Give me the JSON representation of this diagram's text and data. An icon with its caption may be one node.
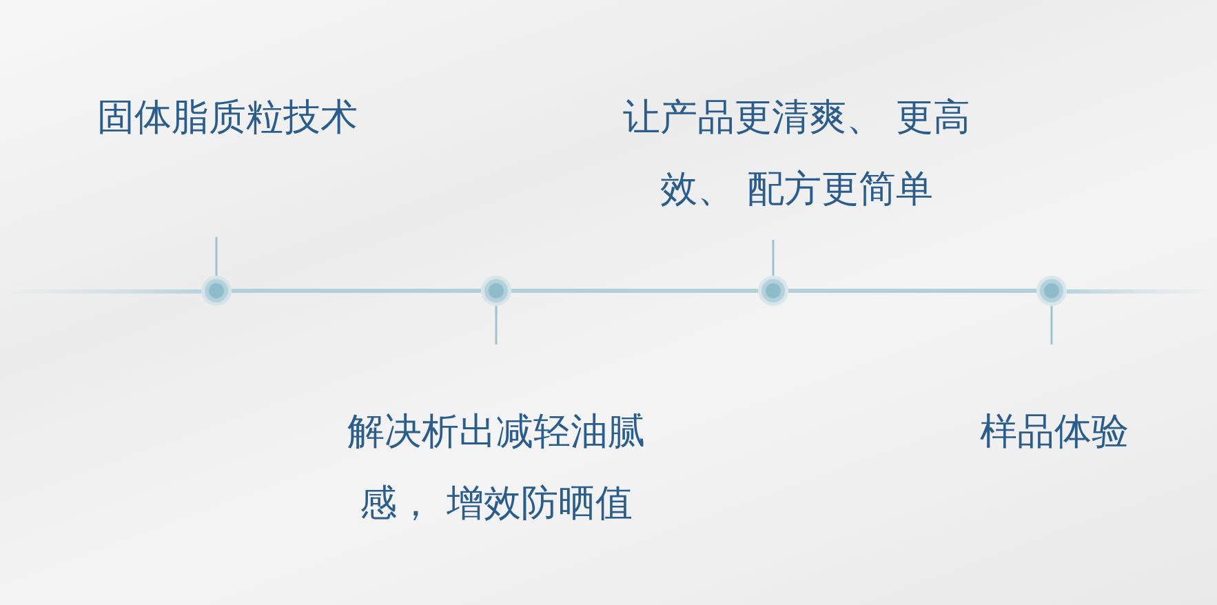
{
  "diagram": {
    "nodes": [
      {
        "text": [
          "固体脂质粒技术"
        ]
      },
      {
        "text": [
          "解决析出减轻油腻感， 增效防晒值"
        ]
      },
      {
        "text": [
          "让产品更清爽、 更高效、 配方更简单"
        ]
      },
      {
        "text": [
          "样品体验"
        ]
      },
      {
        "text": [],
        "shape": "circle"
      },
      {
        "text": [],
        "shape": "circle"
      },
      {
        "text": [],
        "shape": "circle"
      },
      {
        "text": [],
        "shape": "circle"
      }
    ],
    "edges": [
      {
        "from": 4,
        "to": 5,
        "arrow": "none"
      },
      {
        "from": 5,
        "to": 6,
        "arrow": "none"
      },
      {
        "from": 6,
        "to": 7,
        "arrow": "none"
      }
    ]
  }
}
